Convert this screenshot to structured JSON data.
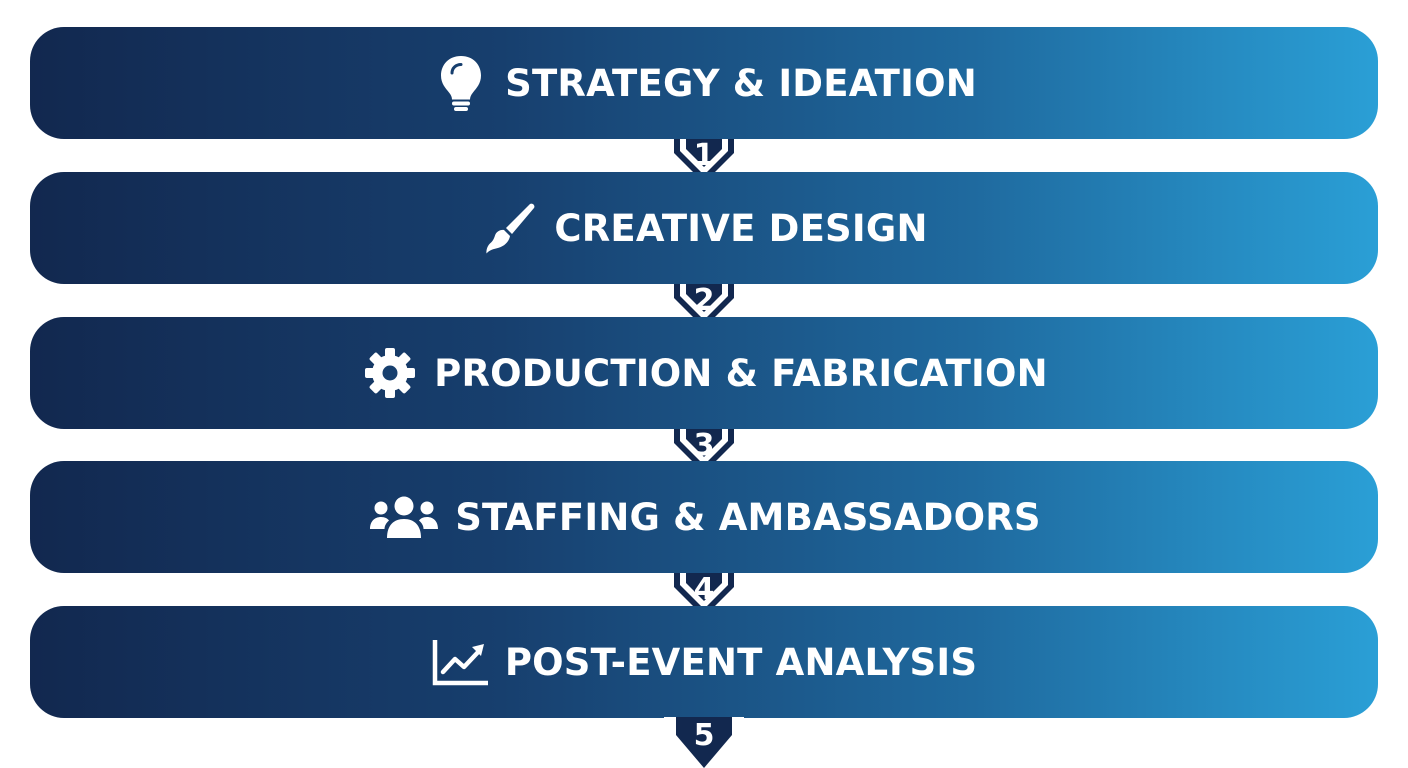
{
  "colors": {
    "gradient_start": "#12284f",
    "gradient_mid": "#1f6a9f",
    "gradient_end": "#2a9fd6",
    "text": "#ffffff",
    "arrow": "#12284f"
  },
  "steps": [
    {
      "label": "STRATEGY & IDEATION",
      "icon": "lightbulb-icon"
    },
    {
      "label": "CREATIVE DESIGN",
      "icon": "paintbrush-icon"
    },
    {
      "label": "PRODUCTION & FABRICATION",
      "icon": "gear-icon"
    },
    {
      "label": "STAFFING & AMBASSADORS",
      "icon": "users-icon"
    },
    {
      "label": "POST-EVENT ANALYSIS",
      "icon": "chart-line-icon"
    }
  ],
  "connectors": [
    "1",
    "2",
    "3",
    "4",
    "5"
  ]
}
